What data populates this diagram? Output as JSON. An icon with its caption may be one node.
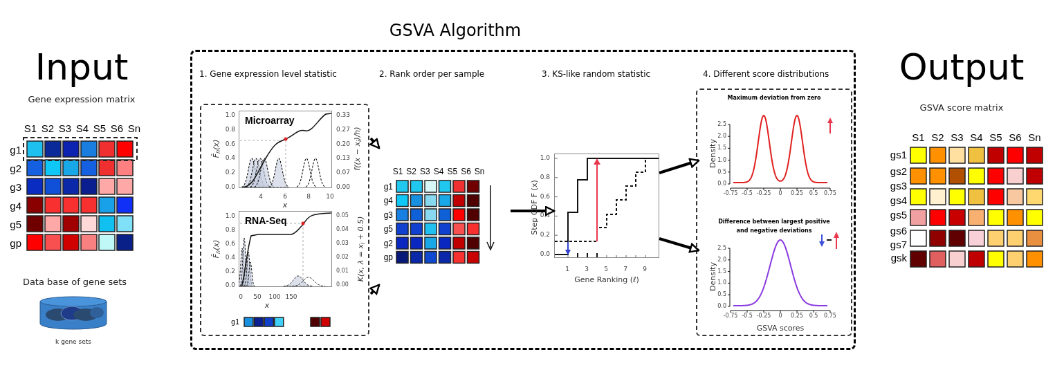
{
  "diagram": {
    "nodes": [
      {
        "text": [
          "GSVA Algorithm"
        ]
      },
      {
        "text": [
          "1. Gene expression level statistic"
        ],
        "in": 0
      },
      {
        "text": [
          "Microarray"
        ],
        "in": 1
      },
      {
        "text": [
          "RNA-Seq"
        ],
        "in": 1
      },
      {
        "text": [
          "2. Rank order per sample"
        ],
        "in": 0
      },
      {
        "text": [],
        "shape": "box",
        "in": 0
      },
      {
        "text": [
          "4. Different score distributions"
        ],
        "in": 0
      },
      {
        "text": [
          "Maximum deviation from zero"
        ],
        "in": 6
      },
      {
        "text": [
          "Difference between largest positive and negative deviations"
        ],
        "in": 6
      }
    ],
    "edges": [
      {
        "from": 1,
        "to": 4,
        "arrow": "to"
      },
      {
        "from": 1,
        "to": 4,
        "arrow": "to"
      },
      {
        "from": 4,
        "to": 5,
        "arrow": "to"
      },
      {
        "from": 5,
        "to": 7,
        "arrow": "to"
      },
      {
        "from": 5,
        "to": 8,
        "arrow": "to"
      }
    ],
    "labels": [
      "Input",
      "Gene expression matrix",
      "S1",
      "S2",
      "S3",
      "S4",
      "S5",
      "S6",
      "Sn",
      "g1",
      "g2",
      "g3",
      "g4",
      "g5",
      "gp",
      "Data base of gene sets",
      "k gene sets",
      "Output",
      "GSVA score matrix",
      "S1",
      "S2",
      "S3",
      "S4",
      "S5",
      "S6",
      "Sn",
      "gs1",
      "gs2",
      "gs3",
      "gs4",
      "gs5",
      "gs6",
      "gs7",
      "gsk",
      "1.0",
      "0.8",
      "0.6",
      "0.4",
      "0.2",
      "0.0",
      "0.33",
      "0.27",
      "0.20",
      "0.13",
      "0.07",
      "0.00",
      "4",
      "6",
      "8",
      "10",
      "x",
      "F̂$_{n}$(x)",
      "f((x − x$_{i}$)/h)",
      "1.0",
      "0.8",
      "0.6",
      "0.4",
      "0.2",
      "0.0",
      "0.05",
      "0.04",
      "0.03",
      "0.02",
      "0.01",
      "0.00",
      "0",
      "50",
      "100",
      "150",
      "x",
      "F̂$_{n}$(x)",
      "K(x, λ = x$_{i}$ + 0.5)",
      "g1",
      "S1",
      "S2",
      "S3",
      "S4",
      "S5",
      "S6",
      "Sn",
      "g1",
      "g4",
      "g3",
      "g5",
      "g2",
      "gp",
      "3. KS-like random statistic",
      "1.0",
      "0.8",
      "0.6",
      "0.4",
      "0.2",
      "0.0",
      "1",
      "3",
      "5",
      "7",
      "9",
      "Step CDF F (x)",
      "Gene Ranking (ℓ)",
      "2.5",
      "2.0",
      "1.5",
      "1.0",
      "0.5",
      "0.0",
      "Density",
      "-0.75",
      "-0.5",
      "-0.25",
      "0",
      "0.25",
      "0.5",
      "0.75",
      "2.5",
      "2.0",
      "1.5",
      "1.0",
      "0.5",
      "0.0",
      "Density",
      "-0.75",
      "-0.5",
      "-0.25",
      "0",
      "0.25",
      "0.5",
      "0.75",
      "GSVA scores"
    ]
  }
}
